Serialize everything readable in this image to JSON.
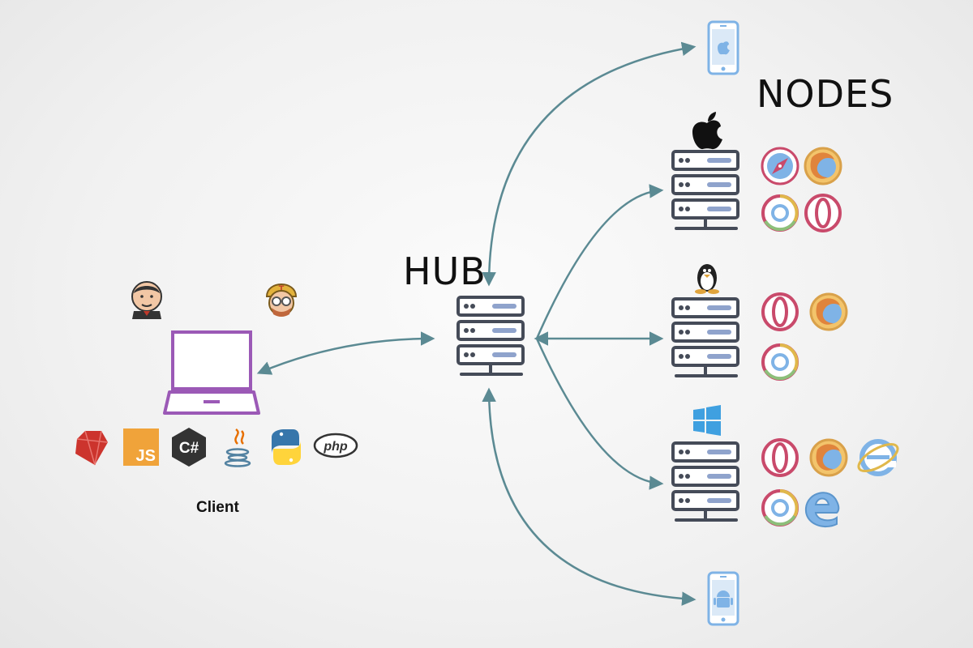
{
  "diagram": {
    "hub_label": "HUB",
    "nodes_label": "NODES",
    "client_label": "Client",
    "language_icons": [
      "ruby-icon",
      "javascript-icon",
      "csharp-icon",
      "java-icon",
      "python-icon",
      "php-icon"
    ],
    "language_badges": {
      "javascript": "JS",
      "csharp": "C#",
      "php": "php"
    },
    "client_tools": [
      "jenkins-icon",
      "testing-tool-icon"
    ],
    "nodes": [
      {
        "os": "apple-icon",
        "browsers": [
          "safari-icon",
          "firefox-icon",
          "chrome-icon",
          "opera-icon"
        ]
      },
      {
        "os": "linux-icon",
        "browsers": [
          "opera-icon",
          "firefox-icon",
          "chrome-icon"
        ]
      },
      {
        "os": "windows-icon",
        "browsers": [
          "opera-icon",
          "firefox-icon",
          "ie-icon",
          "chrome-icon",
          "edge-icon"
        ]
      }
    ],
    "devices": [
      "ios-device-icon",
      "android-device-icon"
    ],
    "colors": {
      "arrow": "#5b8a93",
      "server": "#454b58",
      "server_bar": "#8fa3cc",
      "laptop": "#9b59b6",
      "device": "#7fb3e6"
    }
  }
}
